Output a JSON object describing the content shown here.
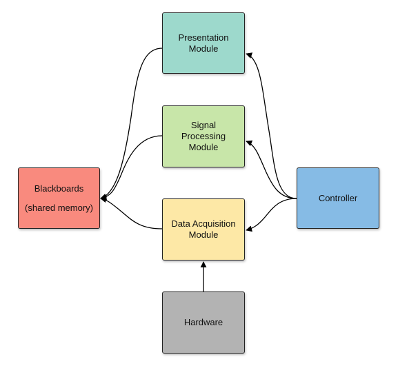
{
  "diagram": {
    "nodes": {
      "presentation": {
        "line1": "Presentation",
        "line2": "Module",
        "color": "#9dd9cc"
      },
      "signal": {
        "line1": "Signal",
        "line2": "Processing",
        "line3": "Module",
        "color": "#c8e6a9"
      },
      "daq": {
        "line1": "Data Acquisition",
        "line2": "Module",
        "color": "#fde8a6"
      },
      "hardware": {
        "line1": "Hardware",
        "color": "#b3b3b3"
      },
      "blackboards": {
        "line1": "Blackboards",
        "line2": "(shared memory)",
        "color": "#f98a7e"
      },
      "controller": {
        "line1": "Controller",
        "color": "#86bbe5"
      }
    },
    "edges": [
      {
        "from": "presentation",
        "to": "blackboards"
      },
      {
        "from": "signal",
        "to": "blackboards"
      },
      {
        "from": "daq",
        "to": "blackboards"
      },
      {
        "from": "controller",
        "to": "presentation"
      },
      {
        "from": "controller",
        "to": "signal"
      },
      {
        "from": "controller",
        "to": "daq"
      },
      {
        "from": "hardware",
        "to": "daq"
      }
    ]
  }
}
